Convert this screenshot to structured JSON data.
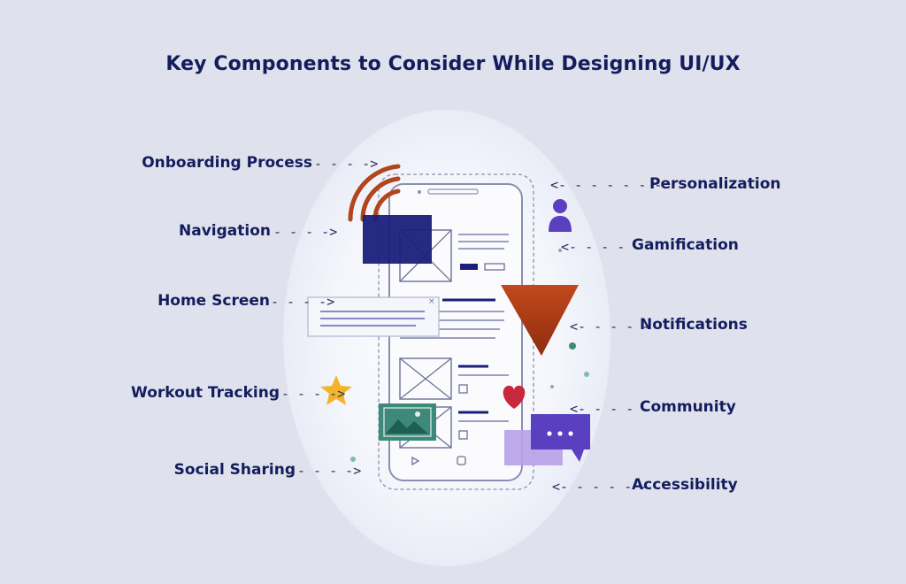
{
  "title": "Key Components to Consider While Designing UI/UX",
  "left_labels": [
    "Onboarding Process",
    "Navigation",
    "Home Screen",
    "Workout Tracking",
    "Social Sharing"
  ],
  "right_labels": [
    "Personalization",
    "Gamification",
    "Notifications",
    "Community",
    "Accessibility"
  ],
  "colors": {
    "background": "#dfe2ec",
    "text": "#141c5e",
    "navy": "#1a1f7a",
    "orange": "#b2451b",
    "teal": "#3d8a7a",
    "purple": "#5a3fc0",
    "heart": "#c8283c",
    "star": "#f2b52a"
  }
}
